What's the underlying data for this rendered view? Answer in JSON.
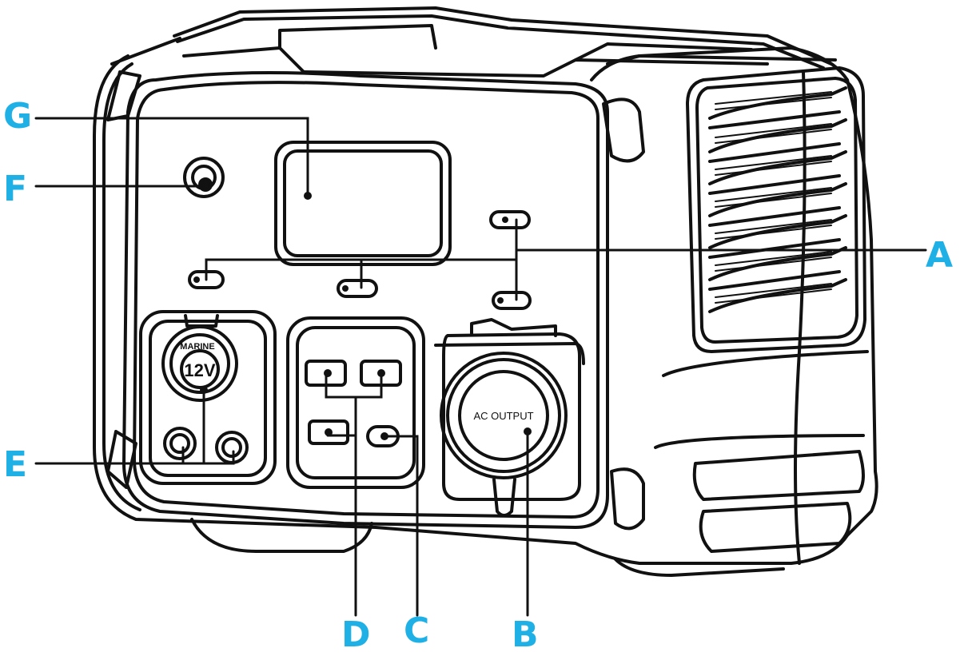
{
  "colors": {
    "callout": "#1fb0e6",
    "line": "#111111",
    "background": "#ffffff"
  },
  "device": {
    "port_12v_label_top": "MARINE",
    "port_12v_label_main": "12V",
    "ac_port_label": "AC OUTPUT"
  },
  "callouts": {
    "a": "A",
    "b": "B",
    "c": "C",
    "d": "D",
    "e": "E",
    "f": "F",
    "g": "G"
  }
}
